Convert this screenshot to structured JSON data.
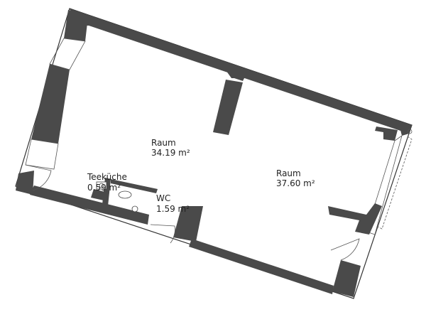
{
  "rooms": [
    {
      "id": "raum-1",
      "name": "Raum",
      "area": "34.19 m²"
    },
    {
      "id": "raum-2",
      "name": "Raum",
      "area": "37.60 m²"
    },
    {
      "id": "teekueche",
      "name": "Teeküche",
      "area": "0.59 m²"
    },
    {
      "id": "wc",
      "name": "WC",
      "area": "1.59 m²"
    }
  ],
  "colors": {
    "wall": "#4a4a4a",
    "background": "#ffffff",
    "text": "#222222"
  }
}
